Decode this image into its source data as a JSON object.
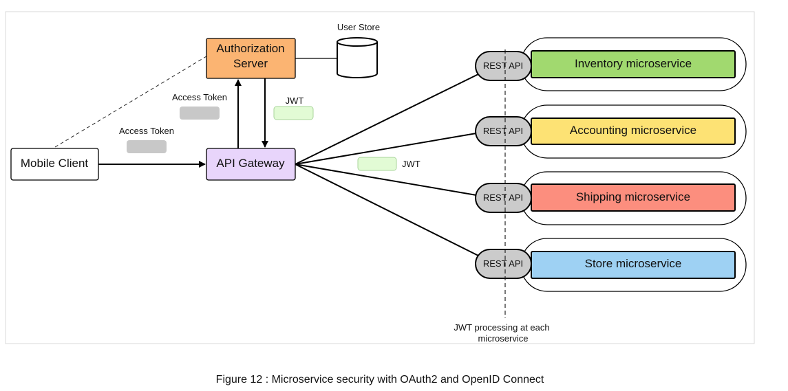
{
  "nodes": {
    "auth_server": {
      "line1": "Authorization",
      "line2": "Server",
      "color": "#fbb472"
    },
    "user_store": {
      "label": "User Store"
    },
    "mobile_client": {
      "label": "Mobile Client"
    },
    "api_gateway": {
      "label": "API Gateway",
      "color": "#e8d5fb"
    }
  },
  "tokens": {
    "access_token_upper": "Access Token",
    "access_token_left": "Access Token",
    "jwt_upper": "JWT",
    "jwt_middle": "JWT",
    "token_chip_color": "#c8c8c8",
    "jwt_chip_color": "#e2fbd5"
  },
  "rest_api_label": "REST API",
  "microservices": [
    {
      "name": "Inventory microservice",
      "color": "#a1d96f"
    },
    {
      "name": "Accounting microservice",
      "color": "#fde274"
    },
    {
      "name": "Shipping microservice",
      "color": "#fc8e7e"
    },
    {
      "name": "Store microservice",
      "color": "#9ed1f3"
    }
  ],
  "jwt_processing": {
    "line1": "JWT processing at each",
    "line2": "microservice"
  },
  "caption": "Figure 12 : Microservice security with OAuth2 and OpenID Connect"
}
